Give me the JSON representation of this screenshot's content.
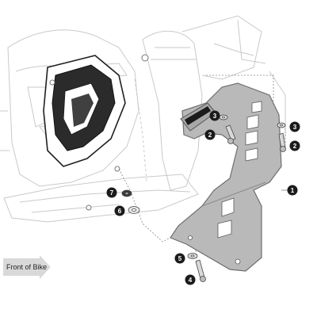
{
  "diagram": {
    "front_label": "Front of Bike",
    "callouts": [
      {
        "id": "c1",
        "label": "1"
      },
      {
        "id": "c2a",
        "label": "2"
      },
      {
        "id": "c2b",
        "label": "2"
      },
      {
        "id": "c3a",
        "label": "3"
      },
      {
        "id": "c3b",
        "label": "3"
      },
      {
        "id": "c4",
        "label": "4"
      },
      {
        "id": "c5",
        "label": "5"
      },
      {
        "id": "c6",
        "label": "6"
      },
      {
        "id": "c7",
        "label": "7"
      }
    ],
    "colors": {
      "skid_plate": "#b9b9b9",
      "skid_plate_edge": "#6f6f6f",
      "callout_badge": "#1b1b1b",
      "engine_lines": "#c9c9c9",
      "arrow": "#d9d9d9"
    }
  }
}
